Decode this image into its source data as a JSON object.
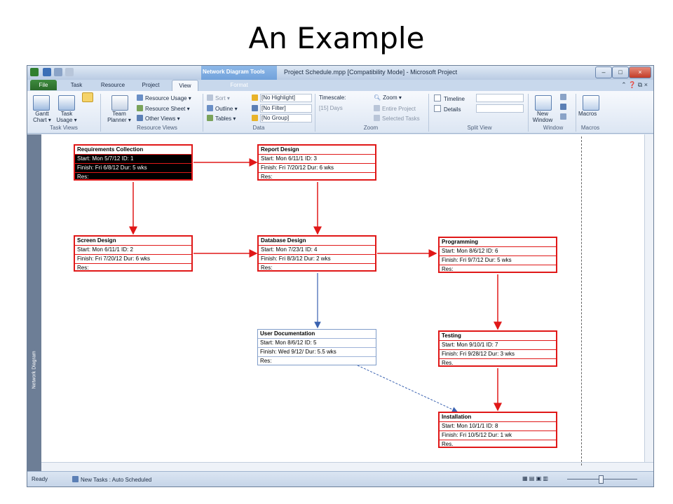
{
  "slide": {
    "title": "An Example"
  },
  "window": {
    "title": "Project Schedule.mpp [Compatibility Mode] - Microsoft Project",
    "contextual_tab": "Network Diagram Tools",
    "controls": [
      "–",
      "□",
      "×"
    ]
  },
  "tabs": [
    "File",
    "Task",
    "Resource",
    "Project",
    "View",
    "Format"
  ],
  "ribbon": {
    "task_views": {
      "gantt": "Gantt Chart ▾",
      "task_usage": "Task Usage ▾",
      "label": "Task Views"
    },
    "resource_views": {
      "team_planner": "Team Planner ▾",
      "resource_usage": "Resource Usage ▾",
      "resource_sheet": "Resource Sheet ▾",
      "other_views": "Other Views ▾",
      "label": "Resource Views"
    },
    "data": {
      "sort": "Sort ▾",
      "outline": "Outline ▾",
      "tables": "Tables ▾",
      "highlight": "[No Highlight]",
      "filter": "[No Filter]",
      "group": "[No Group]",
      "label": "Data"
    },
    "zoom": {
      "timescale": "Timescale:",
      "timescale_value": "[15] Days",
      "zoom": "Zoom ▾",
      "entire_project": "Entire Project",
      "selected_tasks": "Selected Tasks",
      "label": "Zoom"
    },
    "split_view": {
      "timeline": "Timeline",
      "details": "Details",
      "label": "Split View"
    },
    "window": {
      "new_window": "New Window",
      "label": "Window"
    },
    "macros": {
      "macros": "Macros",
      "label": "Macros"
    }
  },
  "side_panel": {
    "label": "Network Diagram"
  },
  "status": {
    "ready": "Ready",
    "new_tasks": "New Tasks : Auto Scheduled"
  },
  "tasks": [
    {
      "name": "Requirements Collection",
      "start": "Start:  Mon 5/7/12  ID:  1",
      "finish": "Finish: Fri 6/8/12   Dur: 5 wks",
      "res": "Res:"
    },
    {
      "name": "Report Design",
      "start": "Start:  Mon 6/11/1  ID:  3",
      "finish": "Finish: Fri 7/20/12  Dur: 6 wks",
      "res": "Res:"
    },
    {
      "name": "Screen Design",
      "start": "Start:  Mon 6/11/1  ID:  2",
      "finish": "Finish: Fri 7/20/12  Dur: 6 wks",
      "res": "Res:"
    },
    {
      "name": "Database Design",
      "start": "Start:  Mon 7/23/1  ID:  4",
      "finish": "Finish: Fri 8/3/12   Dur: 2 wks",
      "res": "Res:"
    },
    {
      "name": "Programming",
      "start": "Start:  Mon 8/6/12  ID:  6",
      "finish": "Finish: Fri 9/7/12   Dur: 5 wks",
      "res": "Res:"
    },
    {
      "name": "User Documentation",
      "start": "Start:  Mon 8/6/12  ID:  5",
      "finish": "Finish: Wed 9/12/  Dur: 5.5 wks",
      "res": "Res:"
    },
    {
      "name": "Testing",
      "start": "Start:  Mon 9/10/1  ID:  7",
      "finish": "Finish: Fri 9/28/12  Dur: 3 wks",
      "res": "Res."
    },
    {
      "name": "Installation",
      "start": "Start:  Mon 10/1/1  ID:  8",
      "finish": "Finish: Fri 10/5/12  Dur: 1 wk",
      "res": "Res."
    }
  ]
}
